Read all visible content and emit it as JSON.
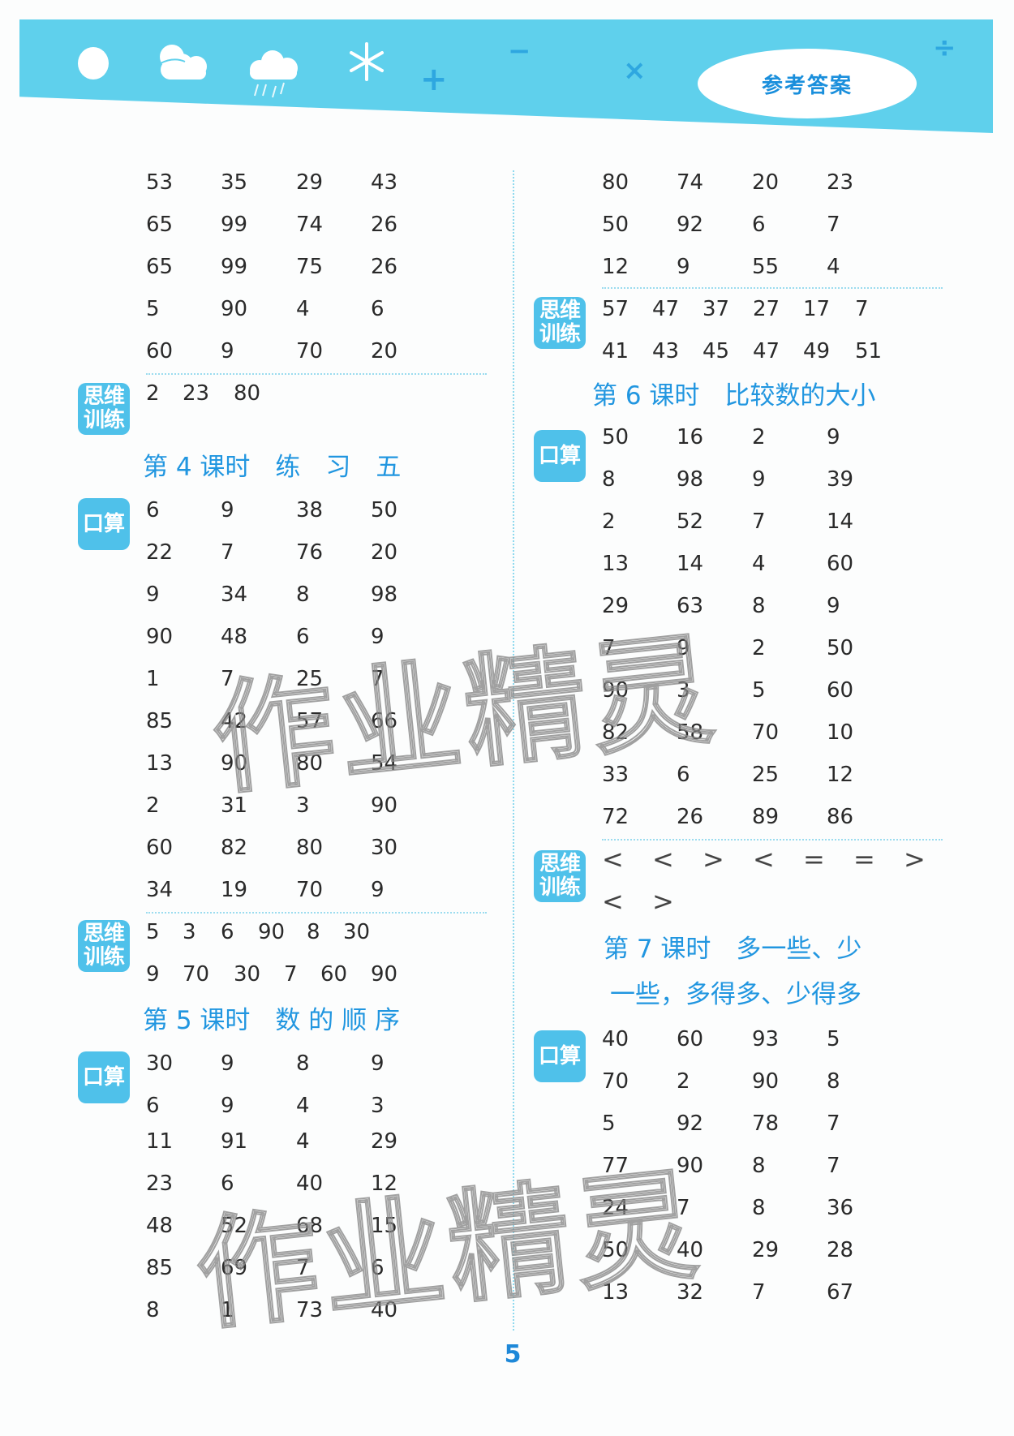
{
  "header": {
    "icons": [
      "sun-icon",
      "sun-cloud-icon",
      "rain-cloud-icon",
      "snowflake-icon"
    ],
    "operators": [
      "+",
      "−",
      "×",
      "÷"
    ],
    "badge": "参考答案",
    "colors": {
      "banner": "#5fd0ec",
      "accent": "#2196e0",
      "tag": "#4fc1ea"
    }
  },
  "tags": {
    "oral": "口算",
    "think_line1": "思维",
    "think_line2": "训练"
  },
  "left": {
    "top_rows": [
      [
        "53",
        "35",
        "29",
        "43"
      ],
      [
        "65",
        "99",
        "74",
        "26"
      ],
      [
        "65",
        "99",
        "75",
        "26"
      ],
      [
        "5",
        "90",
        "4",
        "6"
      ],
      [
        "60",
        "9",
        "70",
        "20"
      ]
    ],
    "think1": [
      "2",
      "23",
      "80"
    ],
    "lesson4": {
      "title": "第 4 课时　练　习　五",
      "rows": [
        [
          "6",
          "9",
          "38",
          "50"
        ],
        [
          "22",
          "7",
          "76",
          "20"
        ],
        [
          "9",
          "34",
          "8",
          "98"
        ],
        [
          "90",
          "48",
          "6",
          "9"
        ],
        [
          "1",
          "7",
          "25",
          "7"
        ],
        [
          "85",
          "42",
          "57",
          "66"
        ],
        [
          "13",
          "90",
          "80",
          "54"
        ],
        [
          "2",
          "31",
          "3",
          "90"
        ],
        [
          "60",
          "82",
          "80",
          "30"
        ],
        [
          "34",
          "19",
          "70",
          "9"
        ]
      ],
      "think_row1": [
        "5",
        "3",
        "6",
        "90",
        "8",
        "30"
      ],
      "think_row2": [
        "9",
        "70",
        "30",
        "7",
        "60",
        "90"
      ]
    },
    "lesson5": {
      "title": "第 5 课时　数 的 顺 序",
      "rows": [
        [
          "30",
          "9",
          "8",
          "9"
        ],
        [
          "6",
          "9",
          "4",
          "3"
        ],
        [
          "11",
          "91",
          "4",
          "29"
        ],
        [
          "23",
          "6",
          "40",
          "12"
        ],
        [
          "48",
          "52",
          "68",
          "15"
        ],
        [
          "85",
          "69",
          "7",
          "6"
        ],
        [
          "8",
          "1",
          "73",
          "40"
        ]
      ]
    }
  },
  "right": {
    "top_rows": [
      [
        "80",
        "74",
        "20",
        "23"
      ],
      [
        "50",
        "92",
        "6",
        "7"
      ],
      [
        "12",
        "9",
        "55",
        "4"
      ]
    ],
    "think_row1": [
      "57",
      "47",
      "37",
      "27",
      "17",
      "7"
    ],
    "think_row2": [
      "41",
      "43",
      "45",
      "47",
      "49",
      "51"
    ],
    "lesson6": {
      "title": "第 6 课时　比较数的大小",
      "rows": [
        [
          "50",
          "16",
          "2",
          "9"
        ],
        [
          "8",
          "98",
          "9",
          "39"
        ],
        [
          "2",
          "52",
          "7",
          "14"
        ],
        [
          "13",
          "14",
          "4",
          "60"
        ],
        [
          "29",
          "63",
          "8",
          "9"
        ],
        [
          "7",
          "9",
          "2",
          "50"
        ],
        [
          "90",
          "3",
          "5",
          "60"
        ],
        [
          "82",
          "58",
          "70",
          "10"
        ],
        [
          "33",
          "6",
          "25",
          "12"
        ],
        [
          "72",
          "26",
          "89",
          "86"
        ]
      ],
      "think_row1": [
        "<",
        "<",
        ">",
        "<",
        "=",
        "=",
        ">"
      ],
      "think_row2": [
        "<",
        ">"
      ]
    },
    "lesson7": {
      "title_line1": "第 7 课时　多一些、少",
      "title_line2": "一些，多得多、少得多",
      "rows": [
        [
          "40",
          "60",
          "93",
          "5"
        ],
        [
          "70",
          "2",
          "90",
          "8"
        ],
        [
          "5",
          "92",
          "78",
          "7"
        ],
        [
          "77",
          "90",
          "8",
          "7"
        ],
        [
          "24",
          "7",
          "8",
          "36"
        ],
        [
          "50",
          "40",
          "29",
          "28"
        ],
        [
          "13",
          "32",
          "7",
          "67"
        ]
      ]
    }
  },
  "footer": {
    "page_number": "5"
  },
  "watermark": "作业精灵"
}
